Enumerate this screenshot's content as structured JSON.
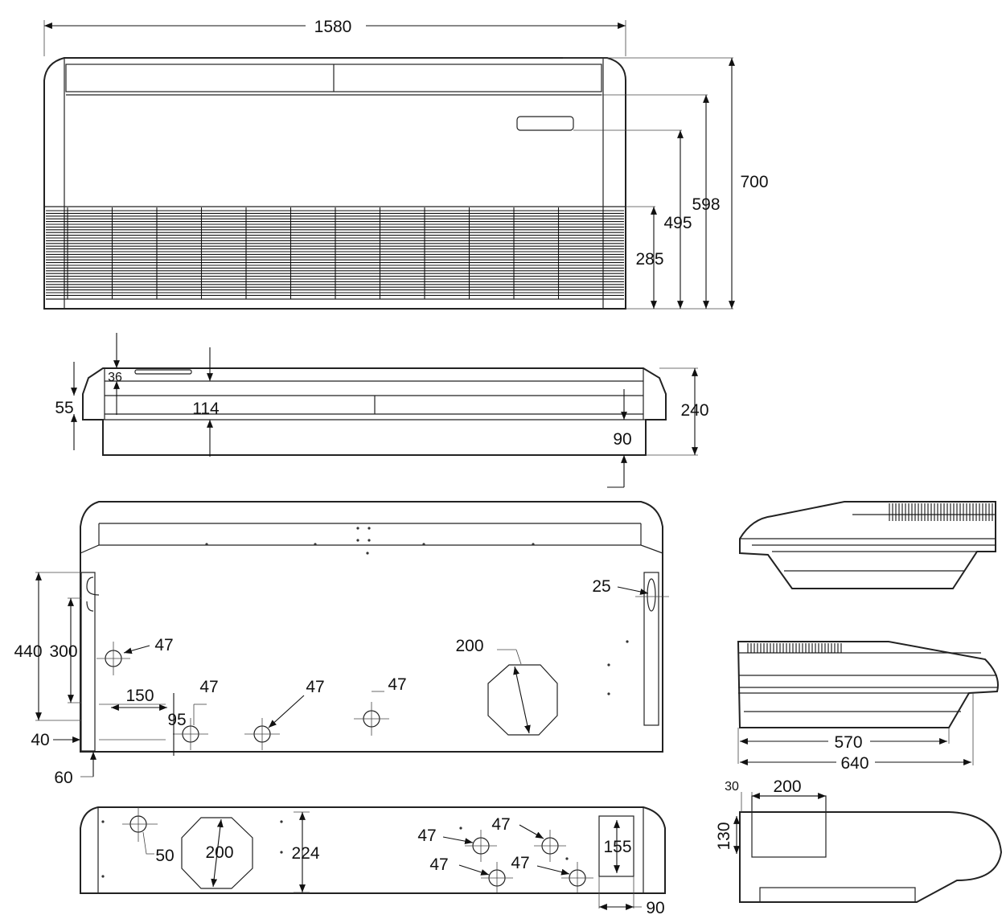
{
  "front_view": {
    "width": "1580",
    "height_total": "700",
    "height_mid": "598",
    "height_panel": "495",
    "height_grille": "285"
  },
  "top_view": {
    "d36": "36",
    "d55": "55",
    "d114": "114",
    "d90": "90",
    "d240": "240"
  },
  "rear_view": {
    "d25": "25",
    "d200": "200",
    "d47_a": "47",
    "d47_b": "47",
    "d47_c": "47",
    "d47_d": "47",
    "d440": "440",
    "d300": "300",
    "d150": "150",
    "d95": "95",
    "d40": "40",
    "d60": "60"
  },
  "bottom_view": {
    "d50": "50",
    "d200": "200",
    "d224": "224",
    "d47_a": "47",
    "d47_b": "47",
    "d47_c": "47",
    "d47_d": "47",
    "d155": "155",
    "d90": "90"
  },
  "side_view": {
    "d570": "570",
    "d640": "640"
  },
  "detail_view": {
    "d30": "30",
    "d200": "200",
    "d130": "130"
  }
}
